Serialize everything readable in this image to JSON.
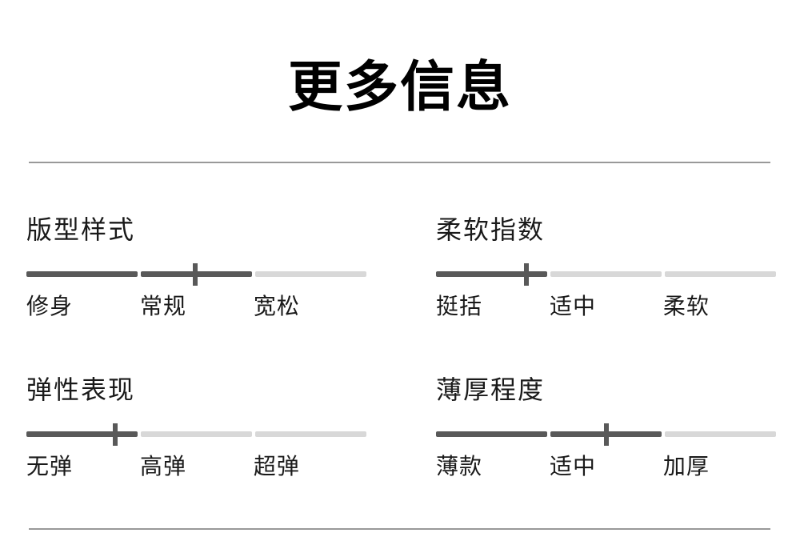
{
  "page": {
    "title": "更多信息"
  },
  "styles": {
    "page_bg": "#ffffff",
    "title_color": "#000000",
    "divider_color": "#999999",
    "heading_color": "#1a1a1a",
    "label_color": "#1a1a1a",
    "track_filled_color": "#595959",
    "track_empty_color": "#d8d8d8",
    "marker_color": "#595959"
  },
  "sliders": [
    {
      "heading": "版型样式",
      "labels": [
        "修身",
        "常规",
        "宽松"
      ],
      "marker_percent": 49.6,
      "filled_segments": 2
    },
    {
      "heading": "柔软指数",
      "labels": [
        "挺括",
        "适中",
        "柔软"
      ],
      "marker_percent": 26.5,
      "filled_segments": 1
    },
    {
      "heading": "弹性表现",
      "labels": [
        "无弹",
        "高弹",
        "超弹"
      ],
      "marker_percent": 26.0,
      "filled_segments": 1
    },
    {
      "heading": "薄厚程度",
      "labels": [
        "薄款",
        "适中",
        "加厚"
      ],
      "marker_percent": 50.0,
      "filled_segments": 2
    }
  ]
}
